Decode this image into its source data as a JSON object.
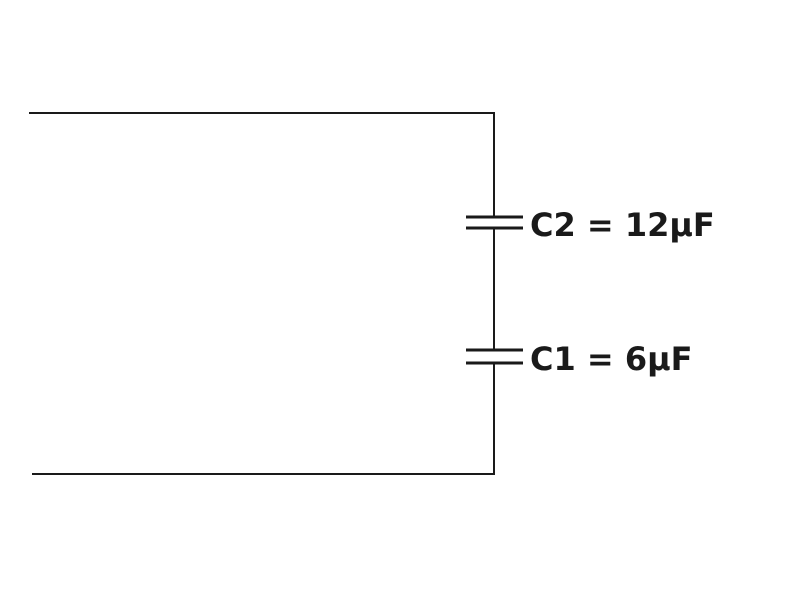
{
  "components": [
    {
      "id": "C2",
      "name": "C2",
      "value": "12",
      "unit": "μF",
      "label": "C2 = 12μF"
    },
    {
      "id": "C1",
      "name": "C1",
      "value": "6",
      "unit": "μF",
      "label": "C1 = 6μF"
    }
  ],
  "connection": "series"
}
